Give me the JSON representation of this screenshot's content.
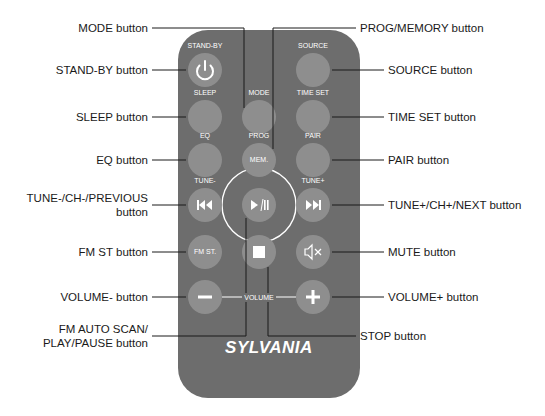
{
  "diagram": {
    "nodes": [
      {
        "text": [
          "SYLVANIA"
        ]
      },
      {
        "text": [
          "STAND-BY"
        ],
        "in": 0
      },
      {
        "text": [
          "SOURCE"
        ],
        "in": 0
      },
      {
        "text": [
          "SLEEP"
        ],
        "in": 0
      },
      {
        "text": [
          "MODE"
        ],
        "in": 0
      },
      {
        "text": [
          "TIME SET"
        ],
        "in": 0
      },
      {
        "text": [
          "EQ"
        ],
        "in": 0
      },
      {
        "text": [
          "PROG",
          "MEM."
        ],
        "in": 0
      },
      {
        "text": [
          "PAIR"
        ],
        "in": 0
      },
      {
        "text": [
          "TUNE-"
        ],
        "in": 0
      },
      {
        "text": [
          "TUNE+"
        ],
        "in": 0
      },
      {
        "text": [
          "FM ST."
        ],
        "in": 0
      }
    ],
    "labels": [
      "MODE button",
      "STAND-BY button",
      "SLEEP button",
      "EQ button",
      "TUNE-/CH-/PREVIOUS button",
      "FM ST button",
      "VOLUME- button",
      "FM AUTO SCAN/ PLAY/PAUSE button",
      "PROG/MEMORY button",
      "SOURCE button",
      "TIME SET button",
      "PAIR button",
      "TUNE+/CH+/NEXT button",
      "MUTE button",
      "VOLUME+ button",
      "STOP button",
      "VOLUME"
    ]
  }
}
